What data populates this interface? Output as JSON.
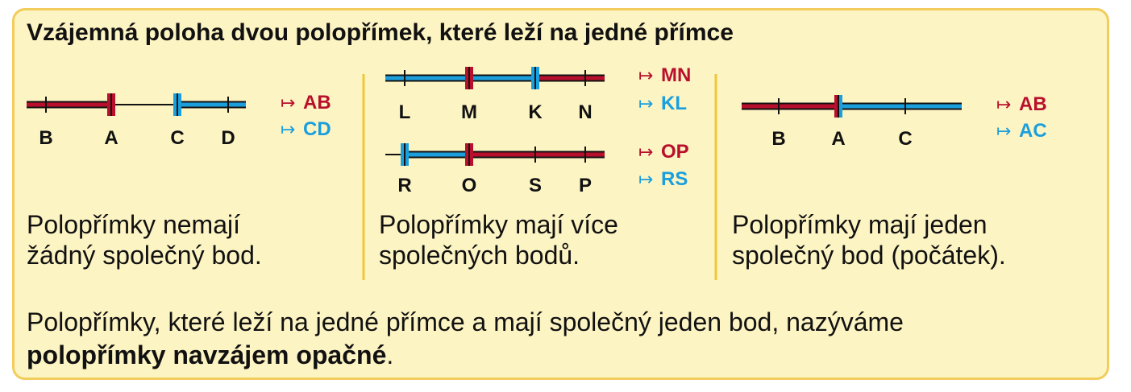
{
  "title": "Vzájemná poloha dvou polopřímek, které leží na jedné přímce",
  "colors": {
    "red": "#b8102c",
    "blue": "#1b9fdc",
    "black": "#111111",
    "divider": "#f0c63a",
    "background": "#fdf4c3",
    "border": "#f2cc5c"
  },
  "ray_symbol": "↦",
  "panels": [
    {
      "points": [
        "B",
        "A",
        "C",
        "D"
      ],
      "rays": [
        {
          "name": "AB",
          "color": "red"
        },
        {
          "name": "CD",
          "color": "blue"
        }
      ],
      "description": [
        "Polopřímky nemají",
        "žádný společný bod."
      ]
    },
    {
      "diagrams": [
        {
          "points": [
            "L",
            "M",
            "K",
            "N"
          ],
          "rays": [
            {
              "name": "MN",
              "color": "red"
            },
            {
              "name": "KL",
              "color": "blue"
            }
          ]
        },
        {
          "points": [
            "R",
            "O",
            "S",
            "P"
          ],
          "rays": [
            {
              "name": "OP",
              "color": "red"
            },
            {
              "name": "RS",
              "color": "blue"
            }
          ]
        }
      ],
      "description": [
        "Polopřímky mají více",
        "společných bodů."
      ]
    },
    {
      "points": [
        "B",
        "A",
        "C"
      ],
      "rays": [
        {
          "name": "AB",
          "color": "red"
        },
        {
          "name": "AC",
          "color": "blue"
        }
      ],
      "description": [
        "Polopřímky mají jeden",
        "společný bod (počátek)."
      ]
    }
  ],
  "summary": {
    "line1": "Polopřímky, které leží na jedné přímce a mají společný jeden bod, nazýváme",
    "bold": "polopřímky navzájem opačné",
    "end": "."
  }
}
